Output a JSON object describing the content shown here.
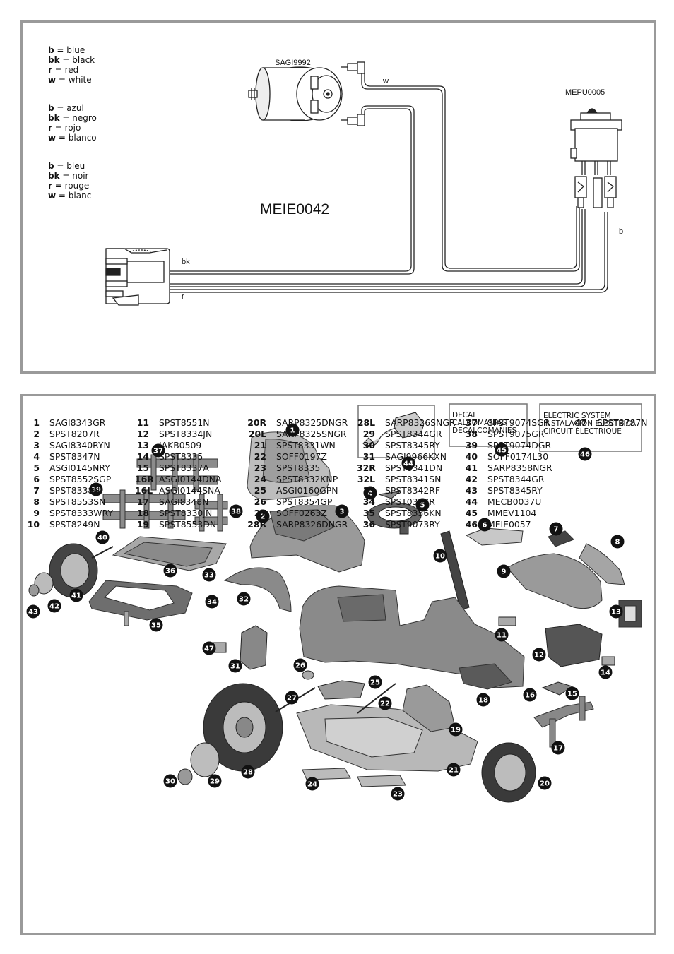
{
  "wiring": {
    "legend_en": [
      {
        "k": "b",
        "v": "blue"
      },
      {
        "k": "bk",
        "v": "black"
      },
      {
        "k": "r",
        "v": "red"
      },
      {
        "k": "w",
        "v": "white"
      }
    ],
    "legend_es": [
      {
        "k": "b",
        "v": "azul"
      },
      {
        "k": "bk",
        "v": "negro"
      },
      {
        "k": "r",
        "v": "rojo"
      },
      {
        "k": "w",
        "v": "blanco"
      }
    ],
    "legend_fr": [
      {
        "k": "b",
        "v": "bleu"
      },
      {
        "k": "bk",
        "v": "noir"
      },
      {
        "k": "r",
        "v": "rouge"
      },
      {
        "k": "w",
        "v": "blanc"
      }
    ],
    "motor_code": "SAGI9992",
    "switch_code": "MEPU0005",
    "diagram_code": "MEIE0042",
    "wire_labels": {
      "w": "w",
      "bk": "bk",
      "r": "r",
      "b": "b"
    }
  },
  "parts_diagram": {
    "decal_box": [
      "DECAL",
      "CALCOMANIAS",
      "DECALCOMANIES"
    ],
    "electric_box": [
      "ELECTRIC SYSTEM",
      "INSTALACIÓN ELÉCTRICA",
      "CIRCUIT ÉLECTRIQUE"
    ],
    "callouts": [
      "1",
      "2",
      "3",
      "4",
      "5",
      "6",
      "7",
      "8",
      "9",
      "10",
      "11",
      "12",
      "13",
      "14",
      "15",
      "16",
      "17",
      "18",
      "19",
      "20",
      "21",
      "22",
      "23",
      "24",
      "25",
      "26",
      "27",
      "28",
      "29",
      "30",
      "31",
      "32",
      "33",
      "34",
      "35",
      "36",
      "37",
      "38",
      "39",
      "40",
      "41",
      "42",
      "43",
      "44",
      "45",
      "46",
      "47"
    ]
  },
  "parts_list": [
    [
      {
        "n": "1",
        "c": "SAGI8343GR"
      },
      {
        "n": "2",
        "c": "SPST8207R"
      },
      {
        "n": "3",
        "c": "SAGI8340RYN"
      },
      {
        "n": "4",
        "c": "SPST8347N"
      },
      {
        "n": "5",
        "c": "ASGI0145NRY"
      },
      {
        "n": "6",
        "c": "SPST8552SGP"
      },
      {
        "n": "7",
        "c": "SPST8338N"
      },
      {
        "n": "8",
        "c": "SPST8553SN"
      },
      {
        "n": "9",
        "c": "SPST8333WRY"
      },
      {
        "n": "10",
        "c": "SPST8249N"
      }
    ],
    [
      {
        "n": "11",
        "c": "SPST8551N"
      },
      {
        "n": "12",
        "c": "SPST8334JN"
      },
      {
        "n": "13",
        "c": "IAKB0509"
      },
      {
        "n": "14",
        "c": "SPST8335"
      },
      {
        "n": "15",
        "c": "SPST8337A"
      },
      {
        "n": "16R",
        "c": "ASGI0144DNA"
      },
      {
        "n": "16L",
        "c": "ASGI0144SNA"
      },
      {
        "n": "17",
        "c": "SAGI8348N"
      },
      {
        "n": "18",
        "c": "SPST8330JN"
      },
      {
        "n": "19",
        "c": "SPST8553DN"
      }
    ],
    [
      {
        "n": "20R",
        "c": "SARP8325DNGR"
      },
      {
        "n": "20L",
        "c": "SARP8325SNGR"
      },
      {
        "n": "21",
        "c": "SPST8331WN"
      },
      {
        "n": "22",
        "c": "SOFF0197Z"
      },
      {
        "n": "23",
        "c": "SPST8335"
      },
      {
        "n": "24",
        "c": "SPST8332KNP"
      },
      {
        "n": "25",
        "c": "ASGI0160GPN"
      },
      {
        "n": "26",
        "c": "SPST8354GP"
      },
      {
        "n": "27",
        "c": "SOFF0263Z"
      },
      {
        "n": "28R",
        "c": "SARP8326DNGR"
      }
    ],
    [
      {
        "n": "28L",
        "c": "SARP8326SNGR"
      },
      {
        "n": "29",
        "c": "SPST8344GR"
      },
      {
        "n": "30",
        "c": "SPST8345RY"
      },
      {
        "n": "31",
        "c": "SAGI9966KXN"
      },
      {
        "n": "32R",
        "c": "SPST8341DN"
      },
      {
        "n": "32L",
        "c": "SPST8341SN"
      },
      {
        "n": "33",
        "c": "SPST8342RF"
      },
      {
        "n": "34",
        "c": "SPST0397R"
      },
      {
        "n": "35",
        "c": "SPST8356KN"
      },
      {
        "n": "36",
        "c": "SPST9073RY"
      }
    ],
    [
      {
        "n": "37",
        "c": "SPST9074SGR"
      },
      {
        "n": "38",
        "c": "SPST9075GR"
      },
      {
        "n": "39",
        "c": "SPST9074DGR"
      },
      {
        "n": "40",
        "c": "SOFF0174L30"
      },
      {
        "n": "41",
        "c": "SARP8358NGR"
      },
      {
        "n": "42",
        "c": "SPST8344GR"
      },
      {
        "n": "43",
        "c": "SPST8345RY"
      },
      {
        "n": "44",
        "c": "MECB0037U"
      },
      {
        "n": "45",
        "c": "MMEV1104"
      },
      {
        "n": "46",
        "c": "MEIE0057"
      }
    ],
    [
      {
        "n": "47",
        "c": "SPST8787N"
      }
    ]
  ]
}
